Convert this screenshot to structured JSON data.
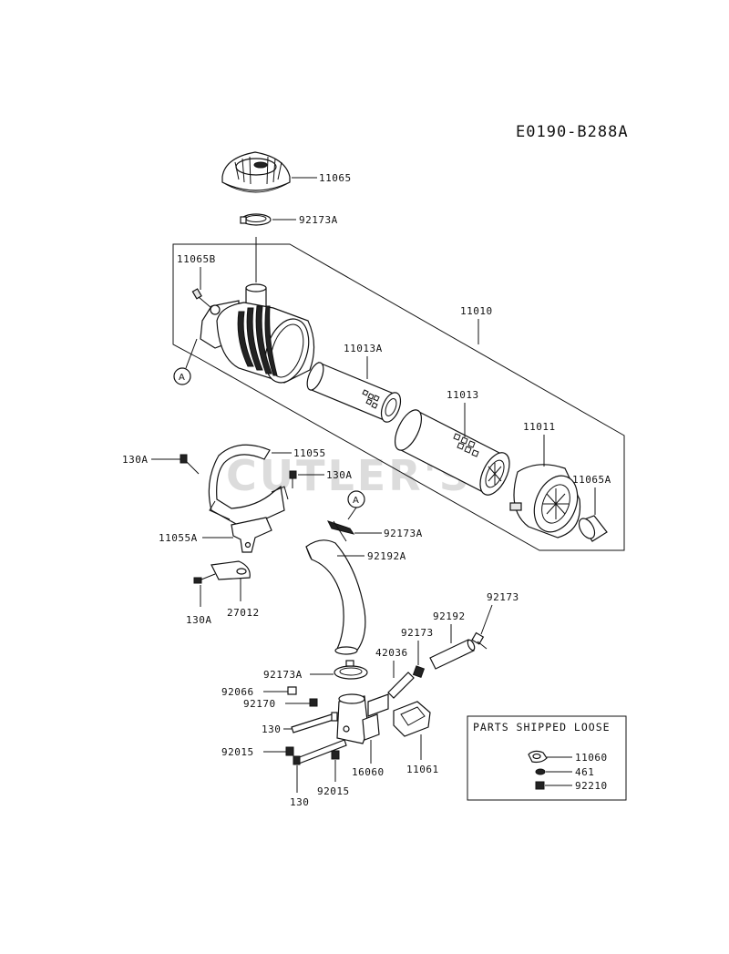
{
  "diagram_code": "E0190-B288A",
  "watermark": "CUTLER'S",
  "reference_marker": "A",
  "box": {
    "title": "PARTS SHIPPED LOOSE",
    "items": [
      "11060",
      "461",
      "92210"
    ]
  },
  "labels": {
    "p11065": "11065",
    "p92173A_top": "92173A",
    "p11065B": "11065B",
    "p11010": "11010",
    "p11013A": "11013A",
    "p11013": "11013",
    "p11011": "11011",
    "p11065A": "11065A",
    "p130A_a": "130A",
    "p11055": "11055",
    "p130A_b": "130A",
    "p11055A": "11055A",
    "p27012": "27012",
    "p130A_c": "130A",
    "p92173A_mid": "92173A",
    "p92192A": "92192A",
    "p92173_r": "92173",
    "p92192": "92192",
    "p92173_m": "92173",
    "p42036": "42036",
    "p92173A_low": "92173A",
    "p92066": "92066",
    "p92170": "92170",
    "p130_a": "130",
    "p92015_a": "92015",
    "p16060": "16060",
    "p11061": "11061",
    "p92015_b": "92015",
    "p130_b": "130"
  }
}
